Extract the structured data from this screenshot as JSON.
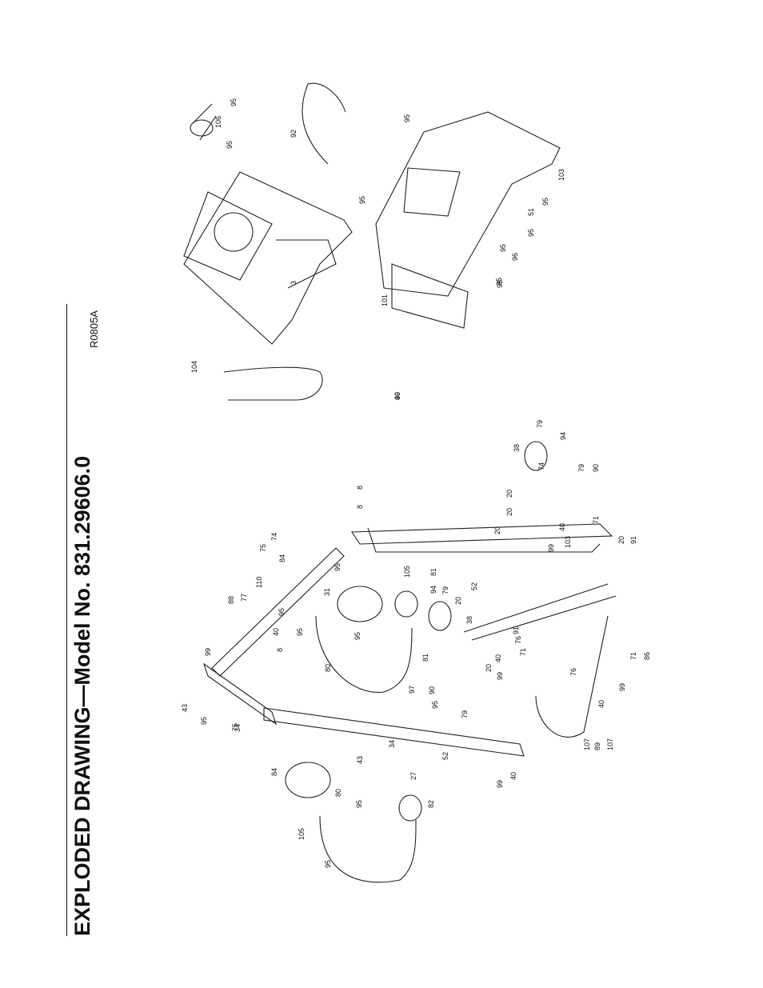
{
  "title": "EXPLODED DRAWING—Model No. 831.29606.0",
  "ref_code": "R0805A",
  "part_callouts": [
    "95",
    "106",
    "95",
    "92",
    "95",
    "3",
    "95",
    "103",
    "95",
    "51",
    "95",
    "96",
    "95",
    "95",
    "101",
    "104",
    "95",
    "8",
    "8",
    "75",
    "74",
    "84",
    "95",
    "88",
    "77",
    "110",
    "95",
    "31",
    "105",
    "94",
    "79",
    "81",
    "52",
    "20",
    "38",
    "20",
    "20",
    "74",
    "38",
    "79",
    "94",
    "79",
    "90",
    "99",
    "40",
    "103",
    "20",
    "71",
    "20",
    "91",
    "99",
    "40",
    "8",
    "95",
    "95",
    "80",
    "34",
    "43",
    "95",
    "75",
    "84",
    "95",
    "27",
    "82",
    "105",
    "95",
    "80",
    "43",
    "34",
    "52",
    "81",
    "97",
    "90",
    "95",
    "79",
    "40",
    "99",
    "91",
    "76",
    "20",
    "71",
    "76",
    "71",
    "86",
    "99",
    "40",
    "107",
    "89",
    "107",
    "99",
    "40",
    "99",
    "40"
  ]
}
